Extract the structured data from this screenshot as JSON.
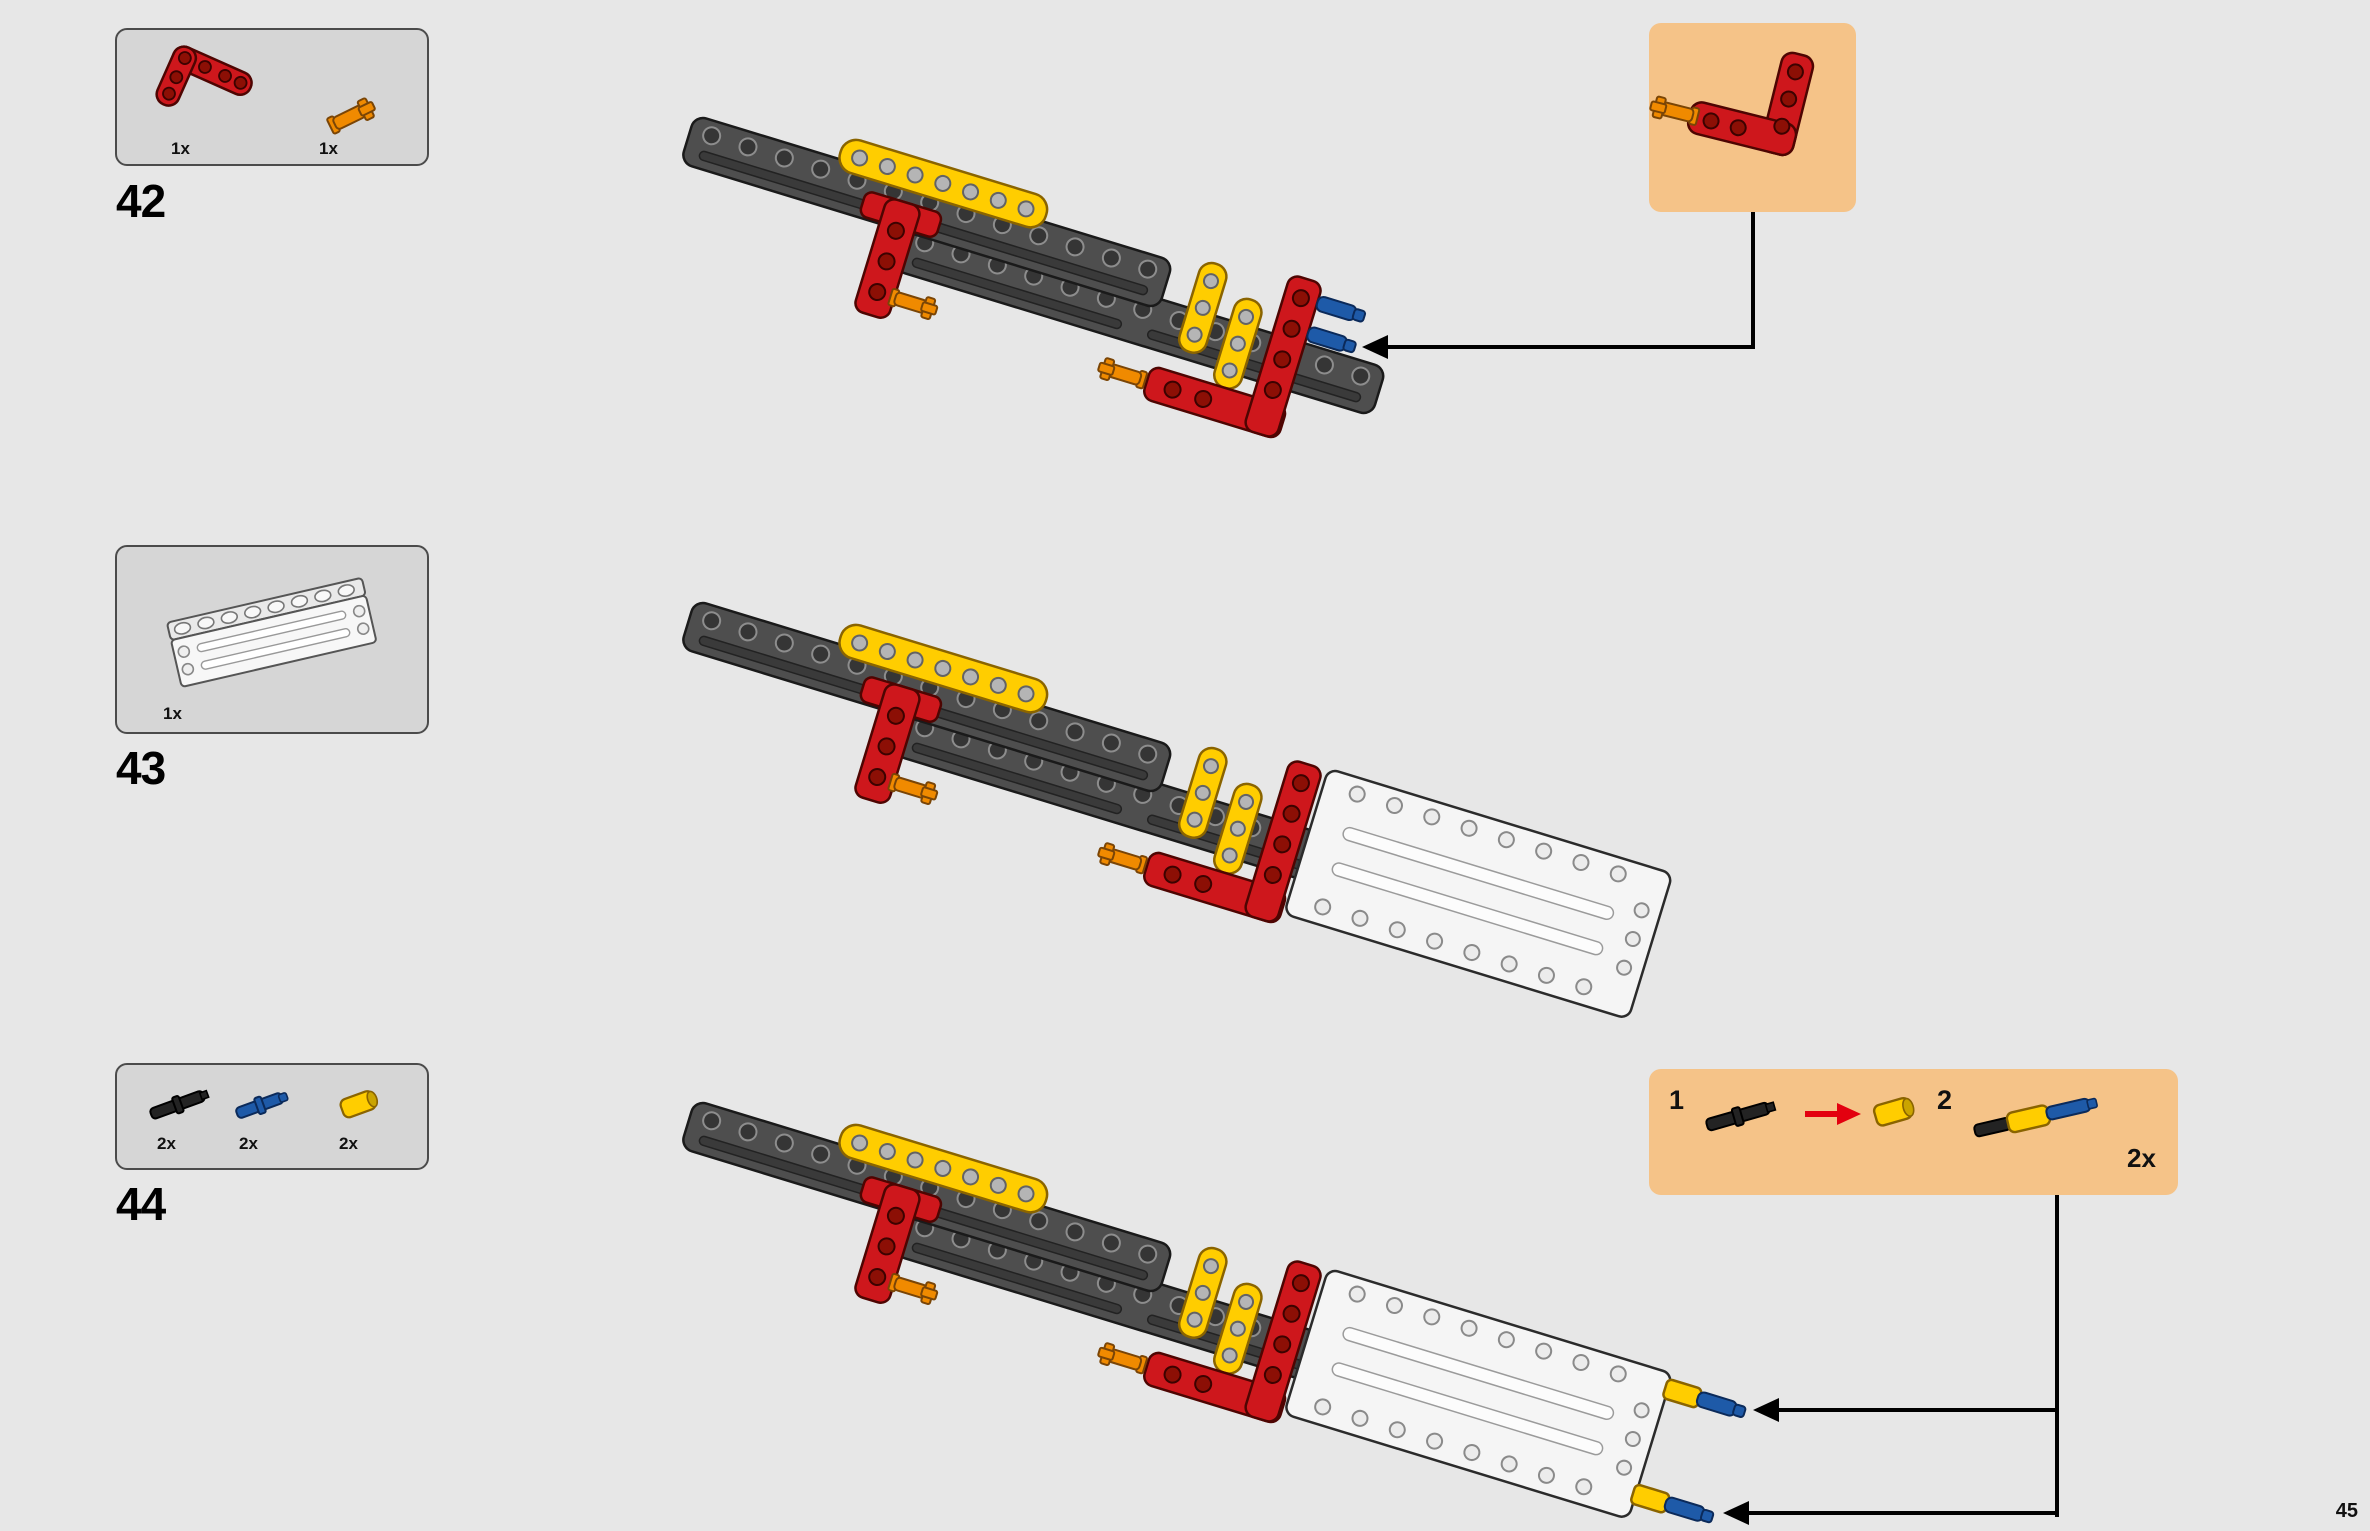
{
  "page": {
    "number": "45"
  },
  "palette": {
    "background": "#e7e7e7",
    "parts_box": "#d6d6d6",
    "callout_box": "#f5c388",
    "lego_red": "#ce171c",
    "lego_yellow": "#ffcd00",
    "lego_orange": "#f08a00",
    "lego_blue": "#1e5aa8",
    "beam_gray": "#4e4e4e",
    "panel_white": "#f5f5f5",
    "pin_black": "#232323"
  },
  "steps": [
    {
      "number": "42",
      "parts": [
        {
          "count": "1x",
          "icon": "red-angle-beam-icon"
        },
        {
          "count": "1x",
          "icon": "orange-axle-pin-icon"
        }
      ],
      "callout": {
        "icon": "red-angle-beam-with-axle-pin-icon"
      }
    },
    {
      "number": "43",
      "parts": [
        {
          "count": "1x",
          "icon": "white-panel-icon"
        }
      ]
    },
    {
      "number": "44",
      "parts": [
        {
          "count": "2x",
          "icon": "black-pin-icon"
        },
        {
          "count": "2x",
          "icon": "blue-pin-icon"
        },
        {
          "count": "2x",
          "icon": "yellow-connector-icon"
        }
      ],
      "callout": {
        "sub_step_1": "1",
        "sub_step_2": "2",
        "count": "2x"
      }
    }
  ]
}
